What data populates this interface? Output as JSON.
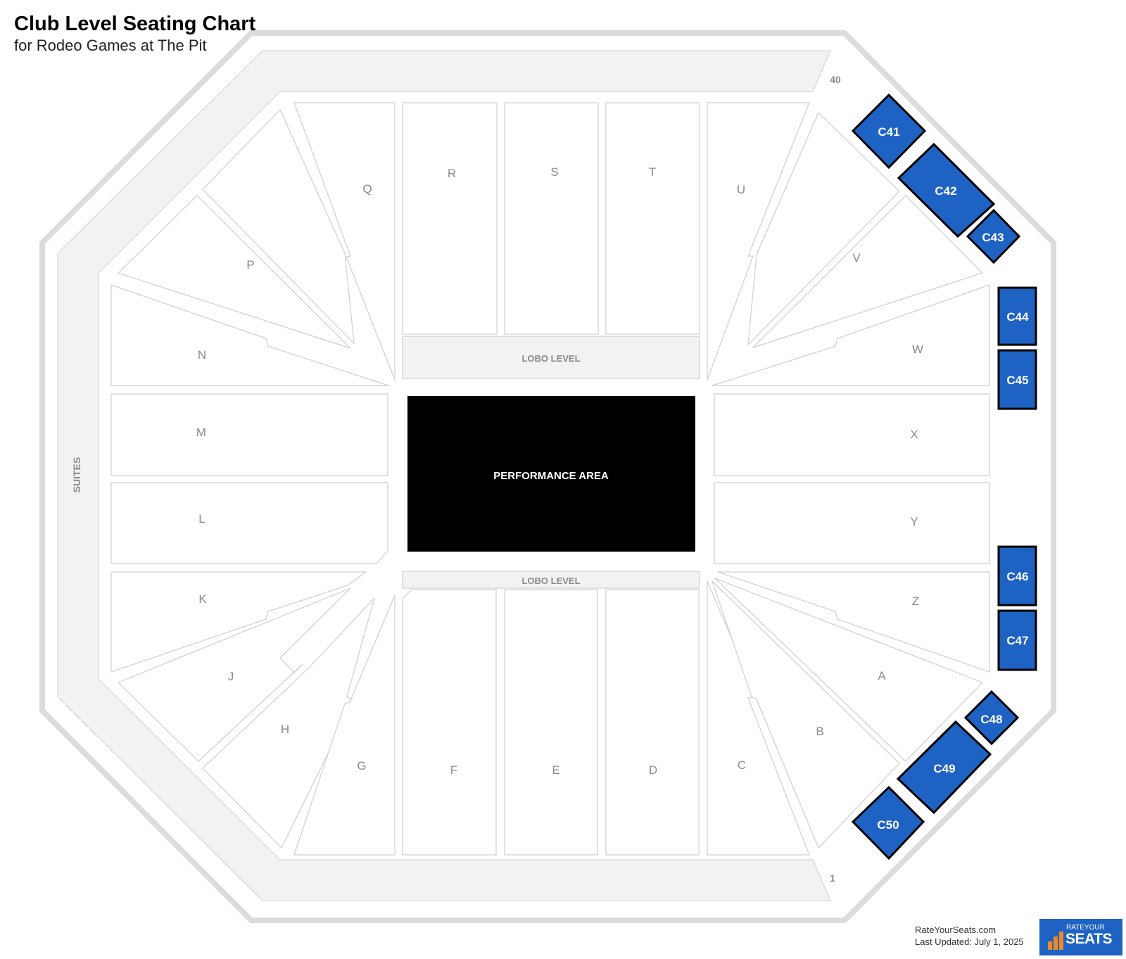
{
  "header": {
    "title": "Club Level Seating Chart",
    "subtitle": "for Rodeo Games at The Pit"
  },
  "map": {
    "performance_area": "PERFORMANCE AREA",
    "lobo_level": "LOBO LEVEL",
    "suites": "SUITES",
    "row_start": "1",
    "row_end": "40",
    "sections": [
      "A",
      "B",
      "C",
      "D",
      "E",
      "F",
      "G",
      "H",
      "J",
      "K",
      "L",
      "M",
      "N",
      "P",
      "Q",
      "R",
      "S",
      "T",
      "U",
      "V",
      "W",
      "X",
      "Y",
      "Z"
    ],
    "club_sections": [
      "C41",
      "C42",
      "C43",
      "C44",
      "C45",
      "C46",
      "C47",
      "C48",
      "C49",
      "C50"
    ]
  },
  "footer": {
    "site": "RateYourSeats.com",
    "updated": "Last Updated: July 1, 2025"
  },
  "logo": {
    "top": "RATEYOUR",
    "bottom": "SEATS"
  },
  "colors": {
    "club": "#1e63c4",
    "performance": "#000000",
    "concourse": "#f2f2f2"
  }
}
